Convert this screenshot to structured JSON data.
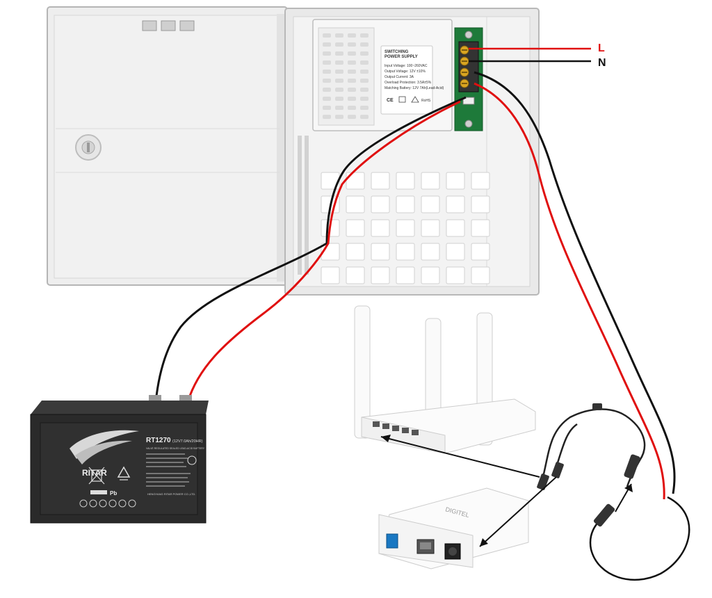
{
  "terminal_labels": {
    "live": "L",
    "neutral": "N"
  },
  "power_supply": {
    "title_line1": "SWITCHING",
    "title_line2": "POWER SUPPLY",
    "spec_lines": [
      "Input Voltage: 100~260VAC",
      "Output Voltage: 12V ±10%",
      "Output Current: 3A",
      "Overload Protection: 3.5A±5%",
      "Matching Battery: 12V 7Ah(Lead-Acid)"
    ]
  },
  "battery": {
    "brand": "RITAR",
    "model": "RT1270",
    "rating": "(12V7.0Ah/20HR)",
    "type_line": "VALVE REGULATED SEALED LEAD-ACID BATTERY",
    "chem": "Pb",
    "maker": "HENGYANG RITAR POWER CO.,LTD."
  },
  "onu": {
    "brand": "DIGITEL"
  },
  "colors": {
    "live_wire": "#e01010",
    "neutral_wire": "#111111",
    "enclosure": "#ececec",
    "pcb": "#1e7a3a",
    "battery_body": "#2a2a2a"
  }
}
